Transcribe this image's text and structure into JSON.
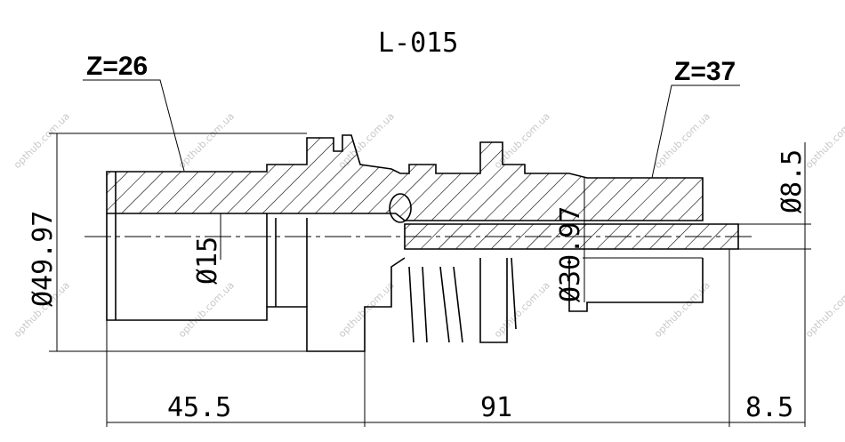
{
  "title": "L-015",
  "labels": {
    "left_spline": "Z=26",
    "right_spline": "Z=37"
  },
  "dimensions": {
    "outer_diameter": "Ø49.97",
    "inner_bore": "Ø15",
    "middle_diameter": "Ø30.97",
    "pin_diameter": "Ø8.5",
    "length_left": "45.5",
    "length_middle": "91",
    "length_right": "8.5"
  },
  "watermark": "opthub.com.ua"
}
